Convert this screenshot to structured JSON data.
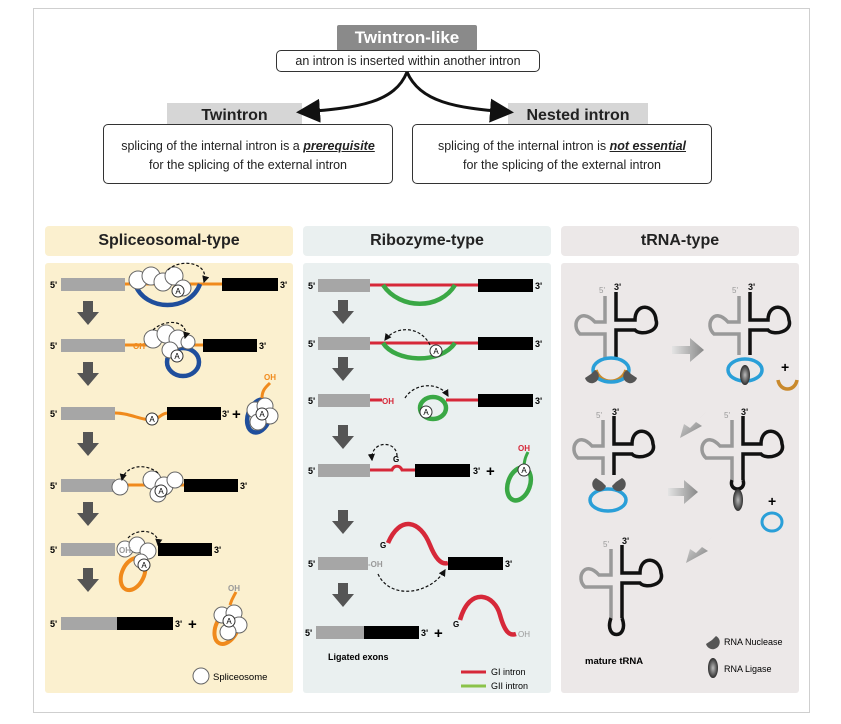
{
  "top": {
    "twintron_like": "Twintron-like",
    "twintron_like_def": "an intron is inserted within another intron"
  },
  "twintron": {
    "title": "Twintron",
    "line1_a": "splicing of the internal intron is a ",
    "line1_em": "prerequisite",
    "line2": "for the splicing of the external intron"
  },
  "nested": {
    "title": "Nested intron",
    "line1_a": "splicing of the internal intron is ",
    "line1_em": "not essential",
    "line2": "for the splicing of the external intron"
  },
  "panels": {
    "spliceosomal": "Spliceosomal-type",
    "ribozyme": "Ribozyme-type",
    "trna": "tRNA-type"
  },
  "labels": {
    "five": "5'",
    "three": "3'",
    "oh": "OH",
    "minus_oh": "-OH",
    "a": "A",
    "g": "G",
    "plus": "+",
    "spliceosome": "Spliceosome",
    "ligated_exons": "Ligated exons",
    "gi_intron": "GI intron",
    "gii_intron": "GII intron",
    "rna_nuclease": "RNA Nuclease",
    "rna_ligase": "RNA Ligase",
    "mature_trna": "mature tRNA"
  },
  "colors": {
    "exon_gray": "#a6a6a6",
    "exon_black": "#000000",
    "orange": "#f08a1c",
    "blue": "#1f4e9c",
    "red": "#d62839",
    "green": "#3aa845",
    "light_blue": "#2a9fd8",
    "tan": "#c9892c",
    "yellow_panel": "#fbf0cf",
    "blue_panel": "#eaf0f0",
    "gray_panel": "#ece8e8"
  }
}
